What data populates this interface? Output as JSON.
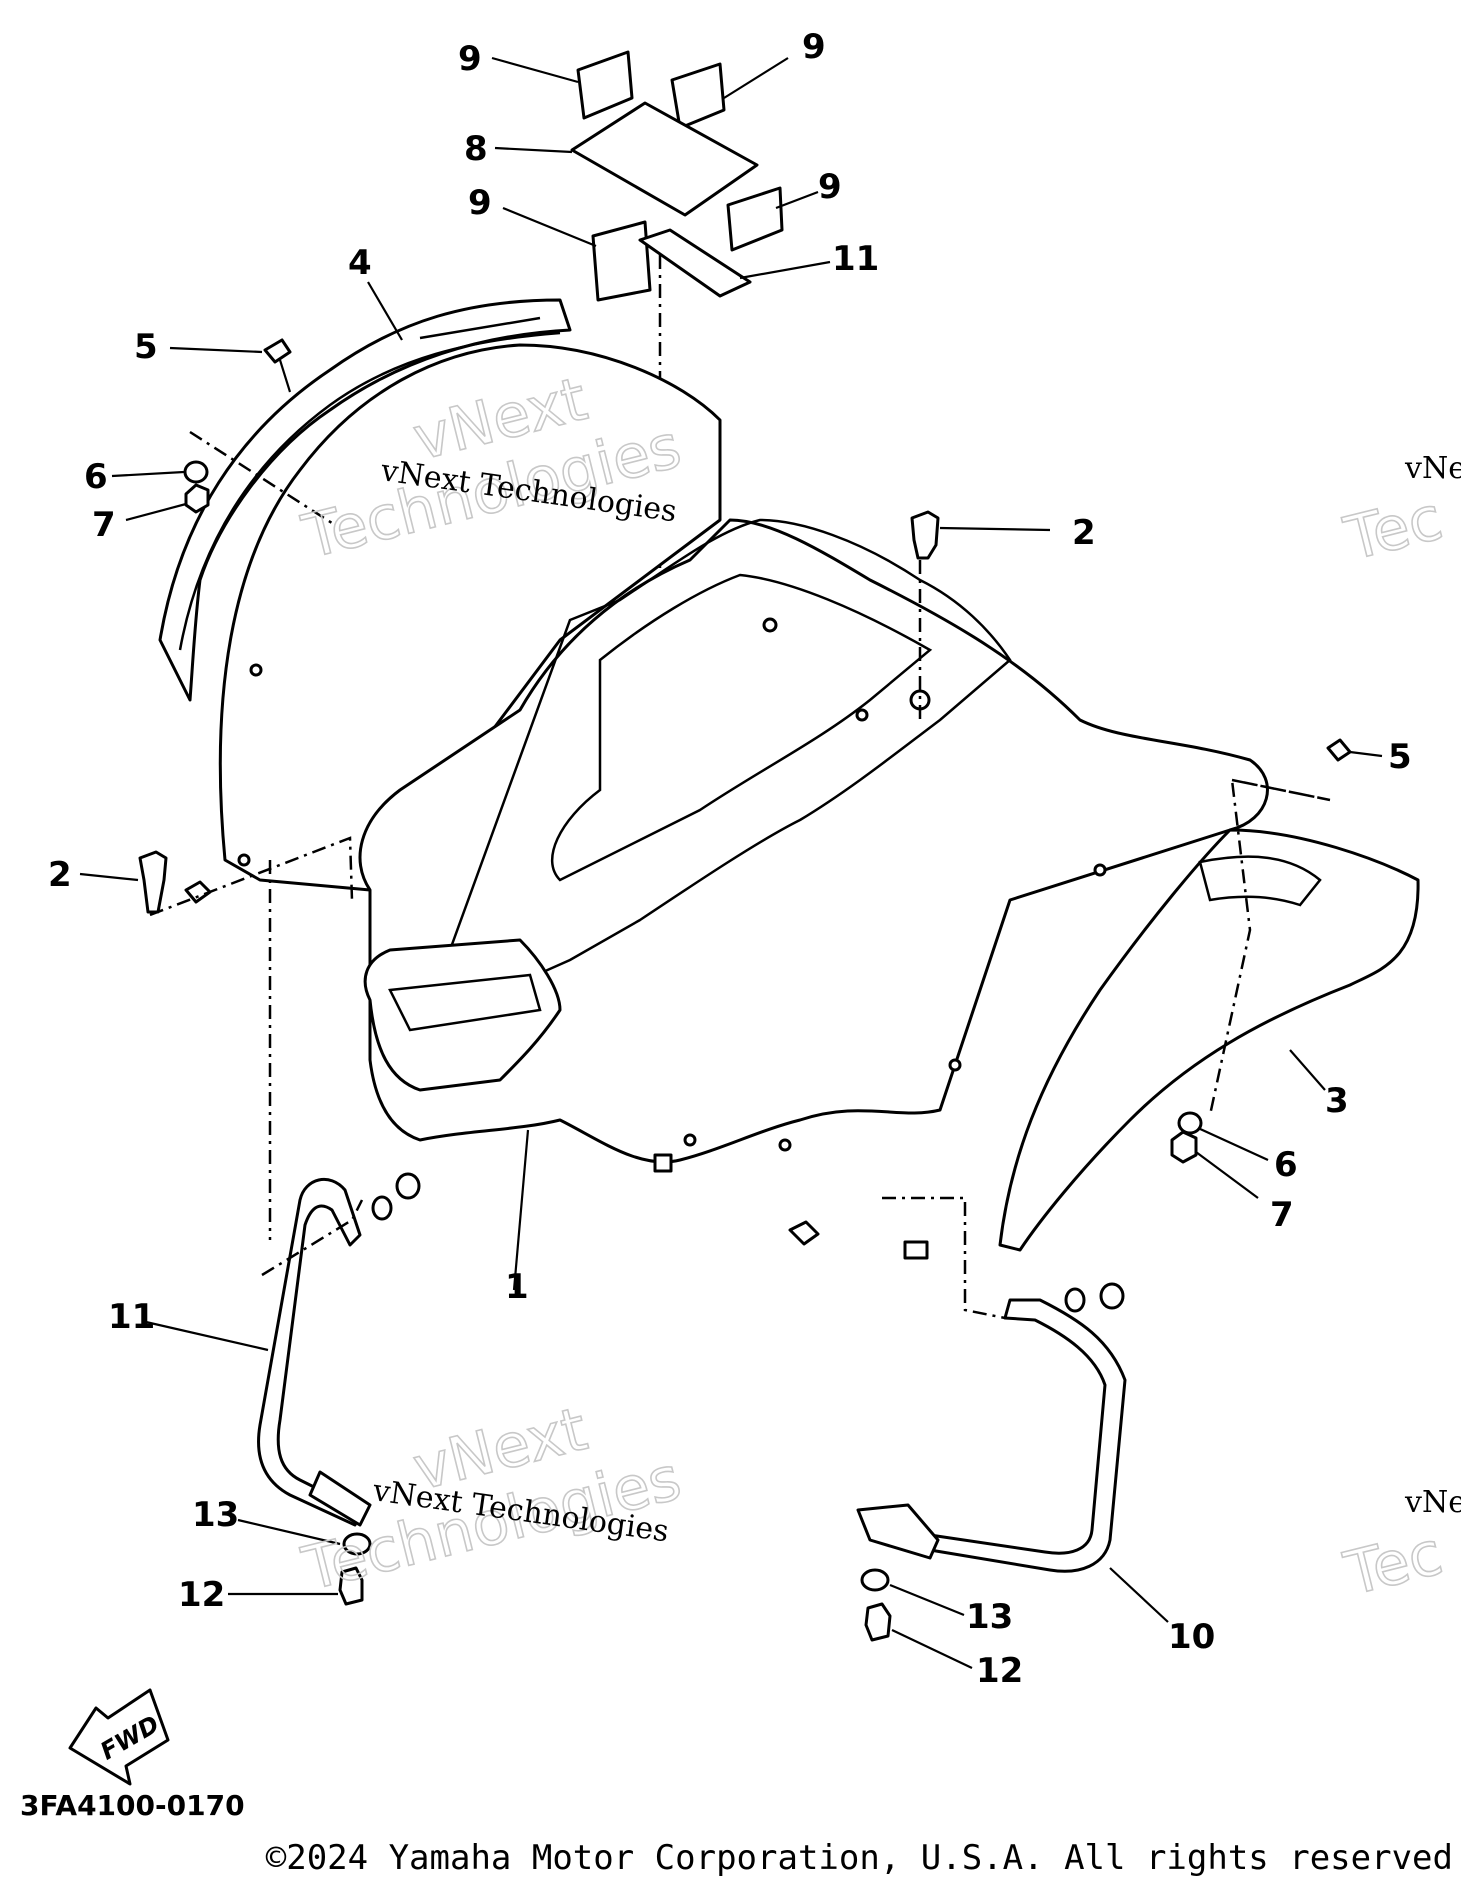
{
  "diagram": {
    "code": "3FA4100-0170",
    "fwd_label": "FWD",
    "copyright": "©2024 Yamaha Motor Corporation, U.S.A. All rights reserved",
    "watermark": {
      "line": "vNext Technologies",
      "word1": "vNext",
      "word2": "Technologies",
      "edge_short": "vNe",
      "edge_tec": "Tec"
    },
    "callouts": {
      "c1": "1",
      "c2a": "2",
      "c2b": "2",
      "c3": "3",
      "c4": "4",
      "c5a": "5",
      "c5b": "5",
      "c6a": "6",
      "c6b": "6",
      "c7a": "7",
      "c7b": "7",
      "c8": "8",
      "c9a": "9",
      "c9b": "9",
      "c9c": "9",
      "c9d": "9",
      "c10": "10",
      "c11a": "11",
      "c11b": "11",
      "c12a": "12",
      "c12b": "12",
      "c13a": "13",
      "c13b": "13"
    }
  }
}
